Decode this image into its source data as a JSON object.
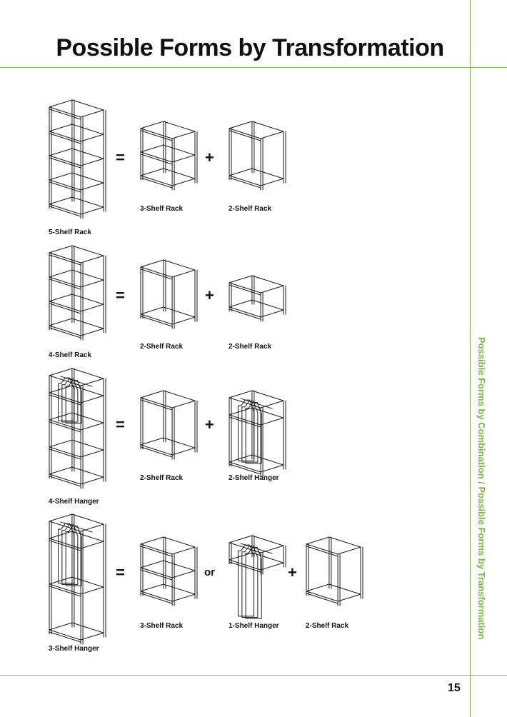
{
  "page": {
    "title": "Possible Forms by Transformation",
    "page_number": "15"
  },
  "side_tab": {
    "text": "Possible Forms by Combination  /  Possible Forms by Transformation",
    "color": "#7ab648"
  },
  "rows": [
    {
      "main_label": "5-Shelf Rack",
      "op1": "=",
      "left_label": "3-Shelf Rack",
      "op2": "+",
      "right_label": "2-Shelf Rack"
    },
    {
      "main_label": "4-Shelf Rack",
      "op1": "=",
      "left_label": "2-Shelf Rack",
      "op2": "+",
      "right_label": "2-Shelf Rack"
    },
    {
      "main_label": "4-Shelf Hanger",
      "op1": "=",
      "left_label": "2-Shelf Rack",
      "op2": "+",
      "right_label": "2-Shelf Hanger"
    },
    {
      "main_label": "3-Shelf Hanger",
      "op1": "=",
      "left_label": "3-Shelf Rack",
      "op_or": "or",
      "middle_label": "1-Shelf Hanger",
      "op2": "+",
      "right_label": "2-Shelf Rack"
    }
  ]
}
